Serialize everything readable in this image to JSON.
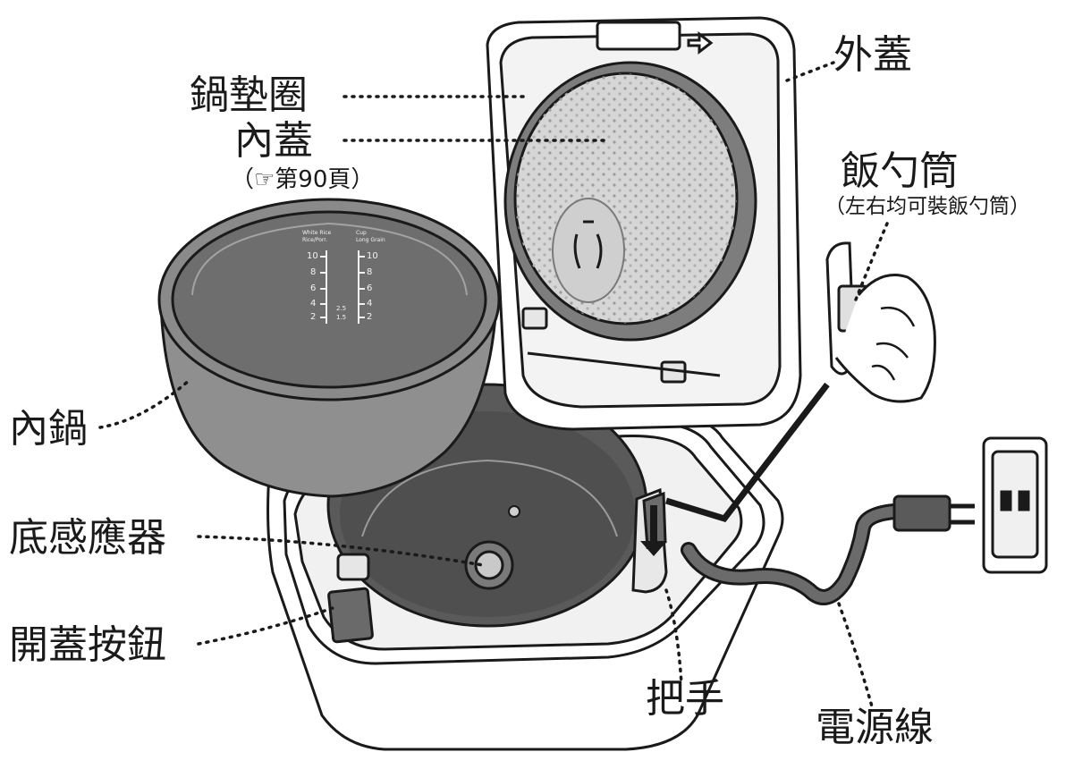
{
  "labels": {
    "outer_lid": "外蓋",
    "gasket": "鍋墊圈",
    "inner_lid": "內蓋",
    "inner_lid_ref": "（☞第90頁）",
    "paddle_holder": "飯勺筒",
    "paddle_holder_note": "（左右均可裝飯勺筒）",
    "inner_pot": "內鍋",
    "bottom_sensor": "底感應器",
    "lid_button": "開蓋按鈕",
    "handle": "把手",
    "power_cord": "電源線"
  },
  "scale_marks": {
    "left_top_label": "White Rice",
    "left_sub_label": "Rice/Porr.",
    "right_top_label": "Cup",
    "right_sub_label": "Long Grain",
    "left_values": [
      "10",
      "8",
      "6",
      "4",
      "2"
    ],
    "right_values": [
      "10",
      "8",
      "6",
      "4",
      "2"
    ],
    "mid_values": [
      "2.5",
      "1.5"
    ]
  },
  "colors": {
    "line": "#1a1a1a",
    "pot_fill": "#8f8f8f",
    "pot_inner": "#6e6e6e",
    "cavity": "#5a5a5a",
    "lid_plate": "#d6d6d6",
    "gasket_ring": "#7d7d7d",
    "cord": "#6b6b6b"
  }
}
